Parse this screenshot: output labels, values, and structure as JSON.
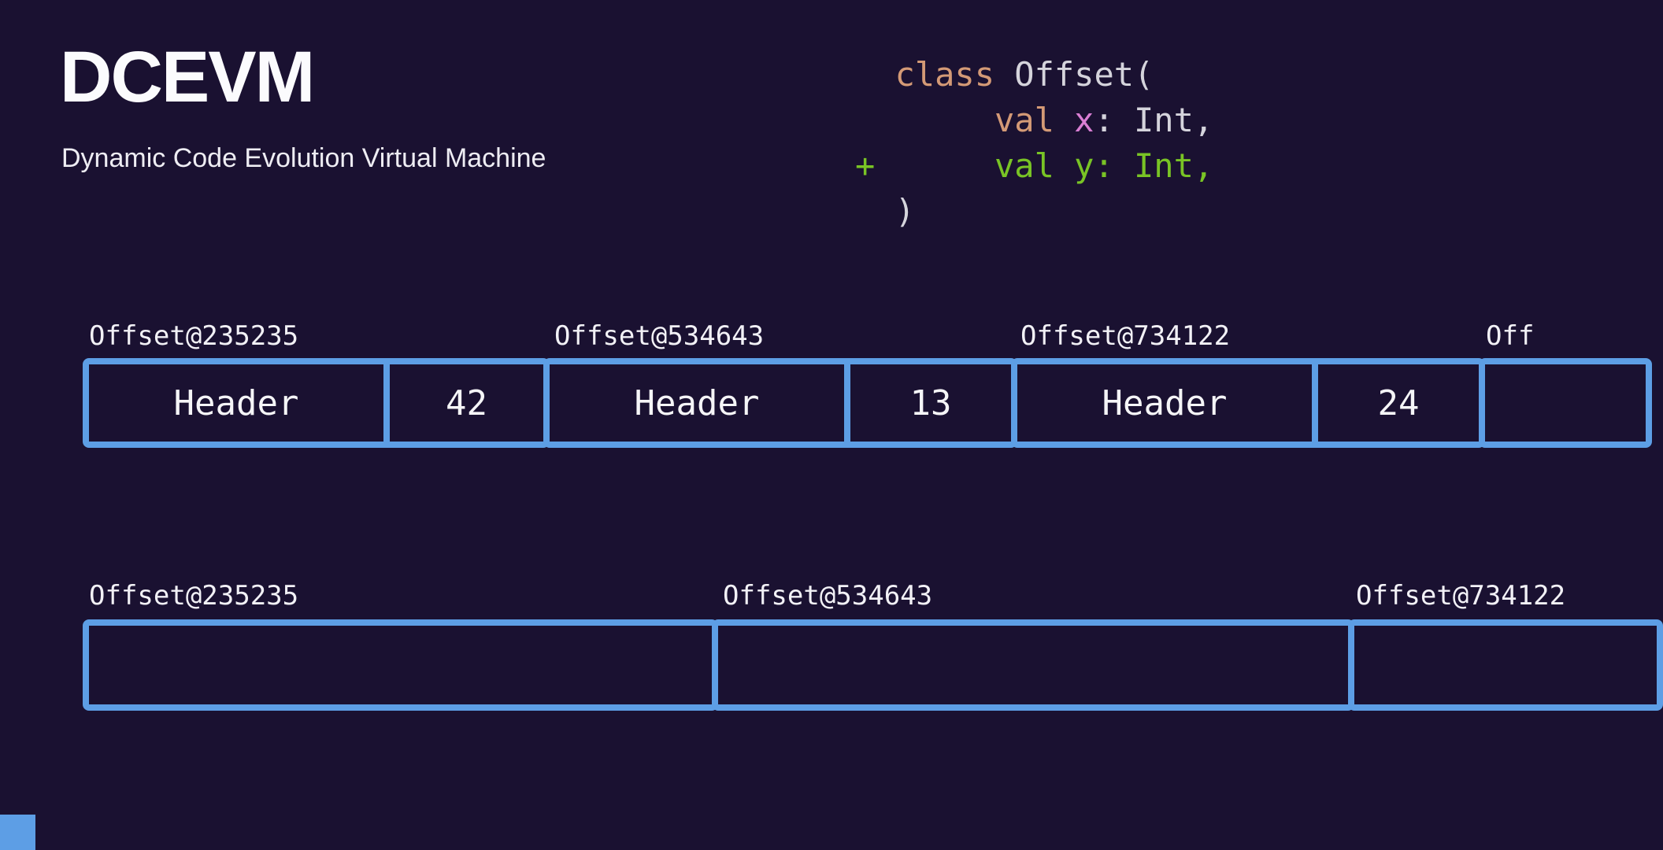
{
  "theme": {
    "background": "#1a1131",
    "accent_blue": "#5d9ee5",
    "text_white": "#f5f5f7",
    "code_keyword_salmon": "#d49a76",
    "code_plain_gray": "#d5d4dc",
    "code_property_pink": "#da7fd4",
    "code_added_green": "#79c425"
  },
  "header": {
    "title": "DCEVM",
    "subtitle": "Dynamic Code Evolution Virtual Machine"
  },
  "code": {
    "language_hint": "kotlin-class-diff",
    "lines": [
      {
        "tokens": [
          {
            "t": "  class",
            "type": "keyword"
          },
          {
            "t": " Offset(",
            "type": "plain"
          }
        ]
      },
      {
        "tokens": [
          {
            "t": "       val ",
            "type": "keyword"
          },
          {
            "t": "x",
            "type": "property"
          },
          {
            "t": ": Int,",
            "type": "plain"
          }
        ]
      },
      {
        "tokens": [
          {
            "t": "+      val y: Int,",
            "type": "diff-added"
          }
        ]
      },
      {
        "tokens": [
          {
            "t": "  )",
            "type": "plain"
          }
        ]
      }
    ]
  },
  "heap_before": {
    "objects": [
      {
        "label": "Offset@235235",
        "cells": [
          "Header",
          "42"
        ]
      },
      {
        "label": "Offset@534643",
        "cells": [
          "Header",
          "13"
        ]
      },
      {
        "label": "Offset@734122",
        "cells": [
          "Header",
          "24"
        ]
      },
      {
        "label": "Off",
        "cells": []
      }
    ]
  },
  "heap_after": {
    "objects": [
      {
        "label": "Offset@235235",
        "cells": []
      },
      {
        "label": "Offset@534643",
        "cells": []
      },
      {
        "label": "Offset@734122",
        "cells": []
      }
    ]
  }
}
